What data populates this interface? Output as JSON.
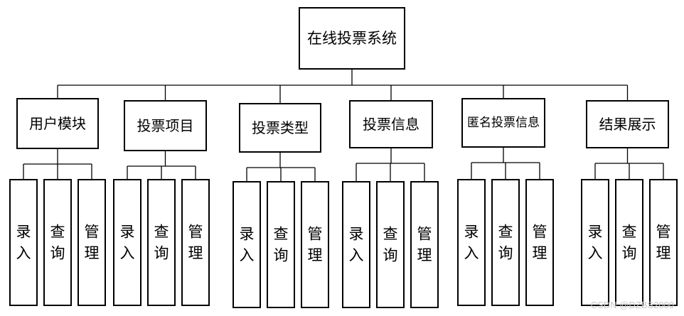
{
  "root": {
    "label": "在线投票系统"
  },
  "modules": [
    {
      "label": "用户模块",
      "children": [
        "录入",
        "查询",
        "管理"
      ]
    },
    {
      "label": "投票项目",
      "children": [
        "录入",
        "查询",
        "管理"
      ]
    },
    {
      "label": "投票类型",
      "children": [
        "录入",
        "查询",
        "管理"
      ]
    },
    {
      "label": "投票信息",
      "children": [
        "录入",
        "查询",
        "管理"
      ]
    },
    {
      "label": "匿名投票信息",
      "children": [
        "录入",
        "查询",
        "管理"
      ]
    },
    {
      "label": "结果展示",
      "children": [
        "录入",
        "查询",
        "管理"
      ]
    }
  ],
  "watermark": "CSDN @DZBS2000"
}
